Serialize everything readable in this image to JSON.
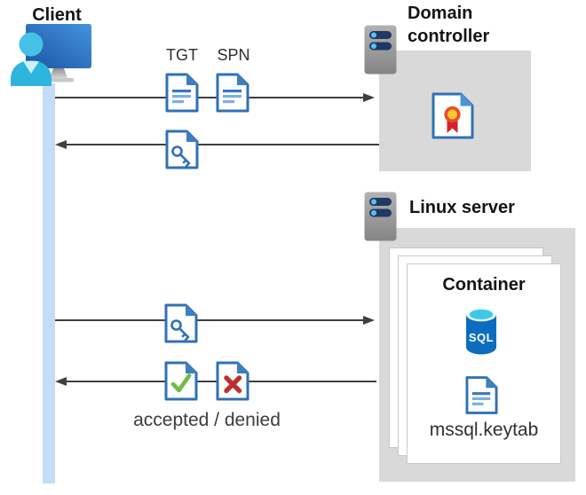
{
  "client": {
    "label": "Client"
  },
  "domain_controller": {
    "label": "Domain controller"
  },
  "linux_server": {
    "label": "Linux server"
  },
  "container": {
    "label": "Container",
    "sql_text": "SQL",
    "keytab_file": "mssql.keytab"
  },
  "flows": {
    "request_labels": {
      "tgt": "TGT",
      "spn": "SPN"
    },
    "response_label": "accepted / denied"
  },
  "colors": {
    "doc_border_blue": "#2F71B5",
    "doc_fold_blue": "#3D7FC1",
    "person_cyan": "#45C2E6",
    "monitor_blue": "#2E6FBE",
    "box_gray": "#D9D9D9",
    "lifeline_blue": "#C3DCF7",
    "arrow_gray": "#3F3F3F",
    "check_green": "#6CBE45",
    "deny_red": "#BE2E2E",
    "sql_blue": "#0C6CC0",
    "cert_ring_red": "#EA4B29",
    "cert_center_yellow": "#FFC82E"
  }
}
